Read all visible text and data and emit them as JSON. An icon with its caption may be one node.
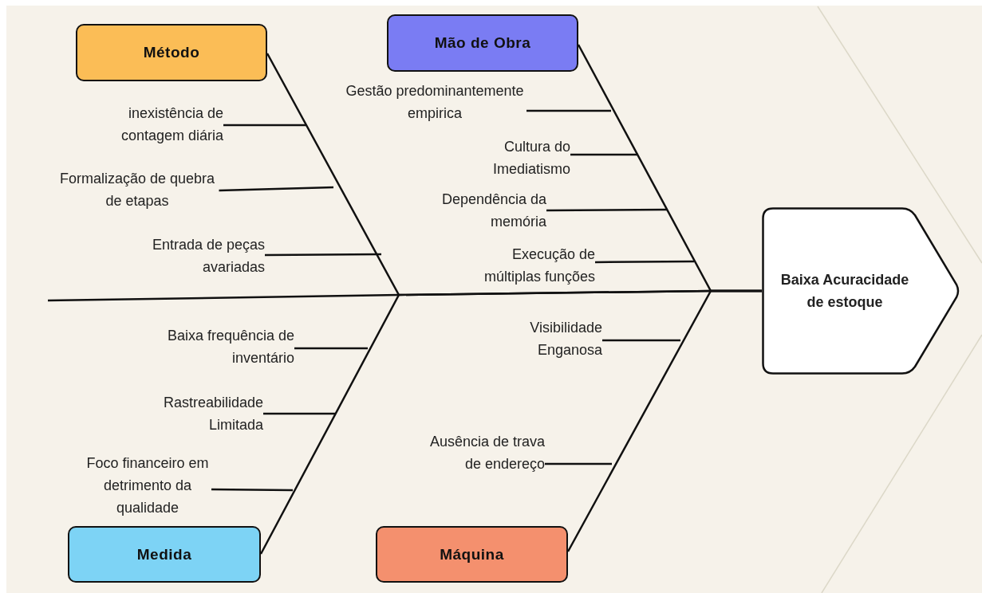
{
  "diagram": {
    "nodes": [
      {
        "text": [
          "Método"
        ]
      },
      {
        "text": [
          "Mão de Obra"
        ]
      },
      {
        "text": [
          "Gestão predominantemente empirica"
        ]
      },
      {
        "text": [
          "inexistência de contagem diária"
        ]
      },
      {
        "text": [
          "Cultura do Imediatismo"
        ]
      },
      {
        "text": [
          "Formalização de quebra de etapas"
        ]
      },
      {
        "text": [
          "Dependência da memória"
        ]
      },
      {
        "text": [
          "Entrada de peças avariadas"
        ]
      },
      {
        "text": [
          "Execução de múltiplas funções"
        ]
      },
      {
        "text": [
          "Baixa Acuracidade de estoque"
        ]
      },
      {
        "text": [
          "Visibilidade Enganosa"
        ]
      },
      {
        "text": [
          "Baixa frequência de inventário"
        ]
      },
      {
        "text": [
          "Rastreabilidade Limitada"
        ]
      },
      {
        "text": [
          "Foco financeiro em detrimento da qualidade"
        ]
      },
      {
        "text": [
          "Ausência de trava de endereço"
        ]
      },
      {
        "text": [
          "Medida"
        ]
      },
      {
        "text": [
          "Máquina"
        ]
      }
    ],
    "edges": [
      {
        "from": 0,
        "to": 9,
        "arrow": "none"
      },
      {
        "from": 1,
        "to": 9,
        "arrow": "none"
      },
      {
        "from": 15,
        "to": 9,
        "arrow": "none"
      },
      {
        "from": 16,
        "to": 9,
        "arrow": "none"
      },
      {
        "from": 2,
        "to": null,
        "arrow": "none"
      },
      {
        "from": 3,
        "to": null,
        "arrow": "none"
      },
      {
        "from": 4,
        "to": null,
        "arrow": "none"
      },
      {
        "from": 5,
        "to": null,
        "arrow": "none"
      },
      {
        "from": 6,
        "to": null,
        "arrow": "none"
      },
      {
        "from": 7,
        "to": null,
        "arrow": "none"
      },
      {
        "from": 8,
        "to": null,
        "arrow": "none"
      },
      {
        "from": 10,
        "to": null,
        "arrow": "none"
      },
      {
        "from": 11,
        "to": null,
        "arrow": "none"
      },
      {
        "from": 12,
        "to": null,
        "arrow": "none"
      },
      {
        "from": 13,
        "to": null,
        "arrow": "none"
      },
      {
        "from": 14,
        "to": null,
        "arrow": "none"
      }
    ]
  }
}
